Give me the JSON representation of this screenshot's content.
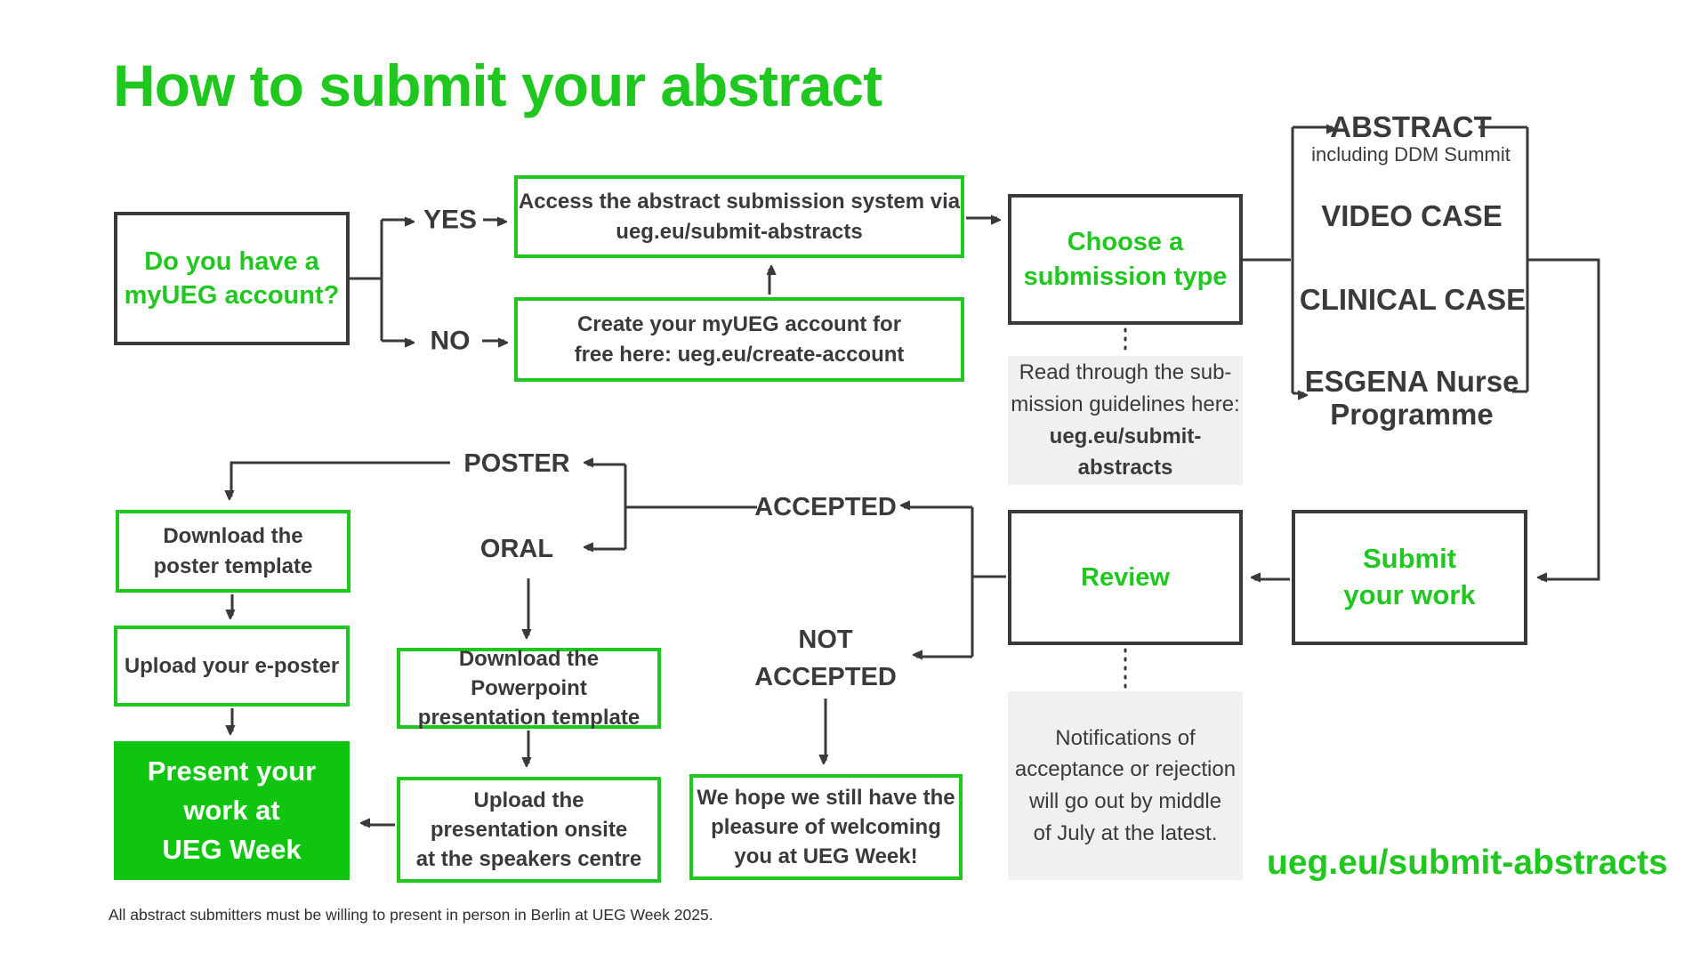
{
  "title": "How to submit your abstract",
  "colors": {
    "green": "#1fc71f",
    "green_fill": "#10c510",
    "dark": "#3a3a3a",
    "gray_bg": "#f0f0ee"
  },
  "nodes": {
    "question": "Do you have a\nmyUEG account?",
    "access": "Access the abstract submission system via\nueg.eu/submit-abstracts",
    "create": "Create your myUEG account for\nfree here: ueg.eu/create-account",
    "choose": "Choose a\nsubmission type",
    "guidelines_regular": "Read through the sub-\nmission guidelines here:",
    "guidelines_bold": "ueg.eu/submit-abstracts",
    "review": "Review",
    "notifications": "Notifications of\nacceptance or rejection\nwill go out by middle\nof July at the latest.",
    "submit": "Submit\nyour work",
    "download_poster": "Download the\nposter template",
    "upload_eposter": "Upload your e-poster",
    "present": "Present your\nwork at\nUEG Week",
    "download_ppt": "Download the Powerpoint\npresentation template",
    "upload_presentation": "Upload the\npresentation onsite\nat the speakers centre",
    "we_hope": "We hope we still have the\npleasure of welcoming\nyou at UEG Week!"
  },
  "labels": {
    "yes": "YES",
    "no": "NO",
    "poster": "POSTER",
    "oral": "ORAL",
    "accepted": "ACCEPTED",
    "not_accepted": "NOT\nACCEPTED",
    "abstract": "ABSTRACT",
    "abstract_sub": "including DDM Summit",
    "video_case": "VIDEO CASE",
    "clinical_case": "CLINICAL CASE",
    "esgena": "ESGENA Nurse\nProgramme"
  },
  "footer": {
    "note": "All abstract submitters must be willing to present in person in Berlin at UEG Week 2025.",
    "url": "ueg.eu/submit-abstracts"
  }
}
